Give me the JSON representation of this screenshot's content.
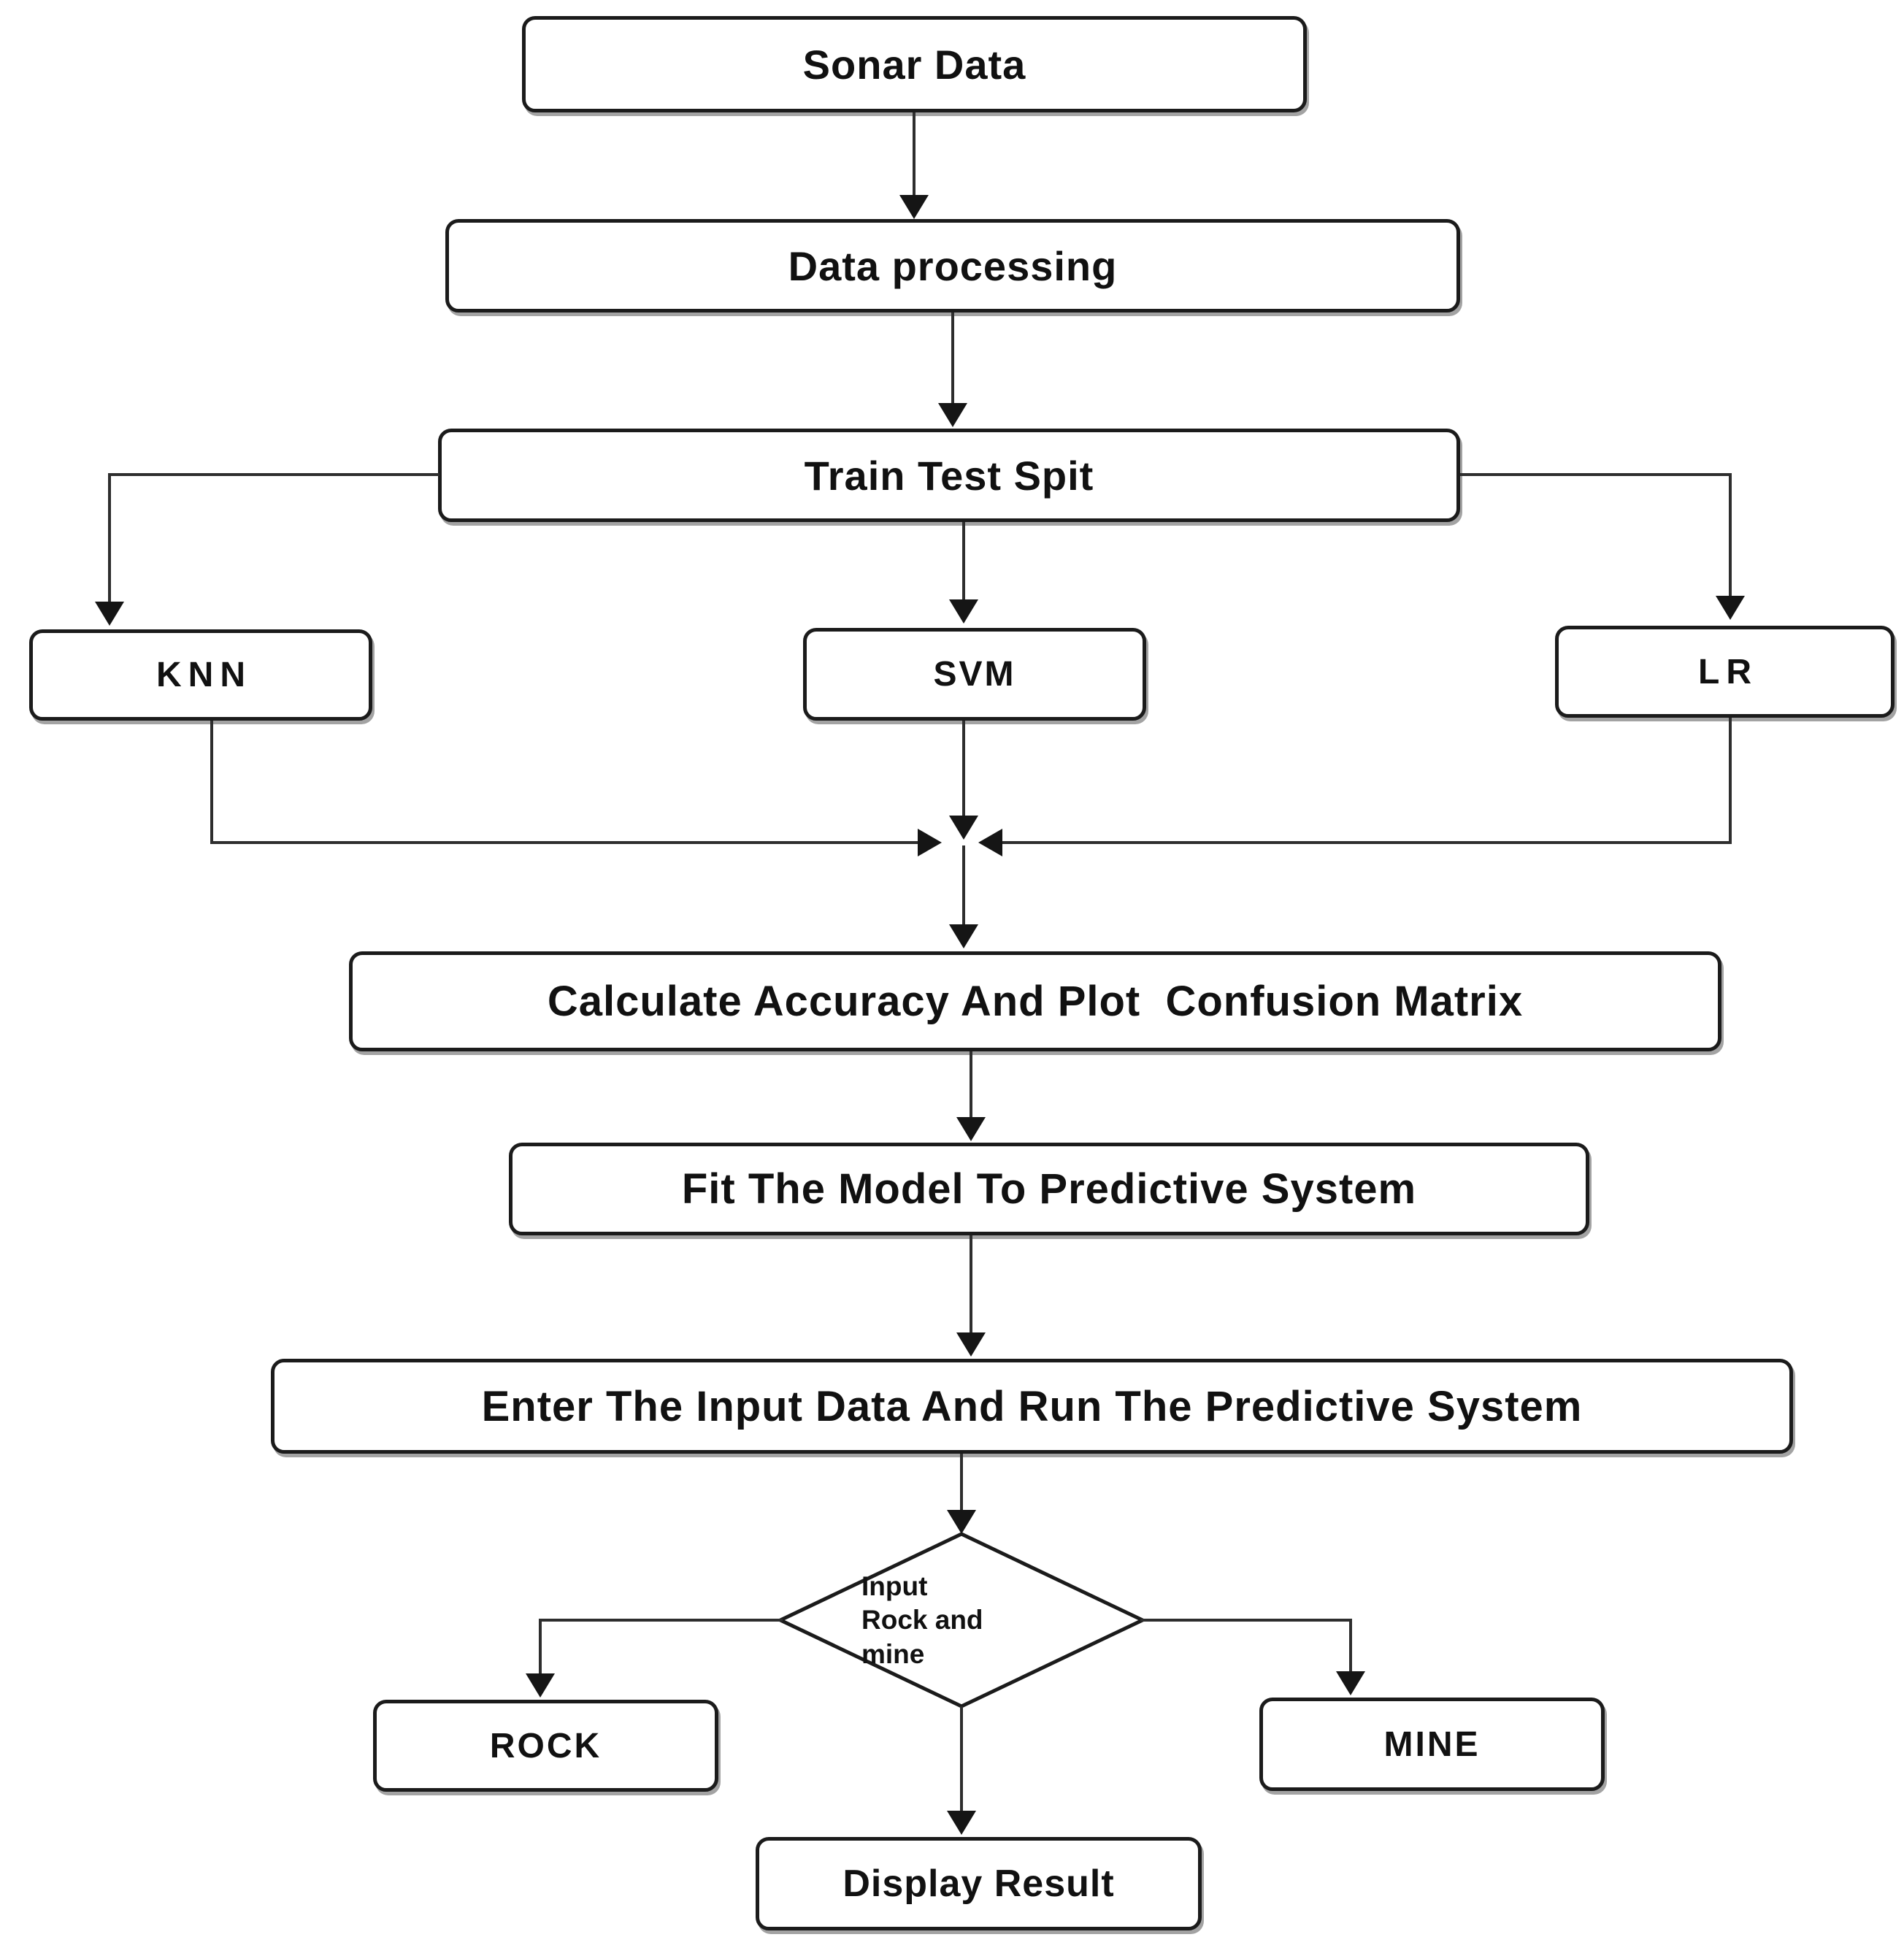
{
  "diagram": {
    "type": "flowchart",
    "colors": {
      "stroke": "#1b1b1b",
      "fill": "#ffffff",
      "text": "#111111",
      "shadow": "#a3a3a3"
    },
    "nodes": {
      "sonar": {
        "label": "Sonar Data"
      },
      "processing": {
        "label": "Data processing"
      },
      "split": {
        "label": "Train Test Spit"
      },
      "knn": {
        "label": "KNN"
      },
      "svm": {
        "label": "SVM"
      },
      "lr": {
        "label": "LR"
      },
      "calc": {
        "label": "Calculate Accuracy And Plot  Confusion Matrix"
      },
      "fit": {
        "label": "Fit The Model To Predictive System"
      },
      "enter": {
        "label": "Enter The Input Data And Run The Predictive System"
      },
      "decision": {
        "label": "Input Rock and mine",
        "line1": "Input",
        "line2": "Rock and",
        "line3": "mine"
      },
      "rock": {
        "label": "ROCK"
      },
      "mine": {
        "label": "MINE"
      },
      "display": {
        "label": "Display Result"
      }
    },
    "edges": [
      {
        "from": "sonar",
        "to": "processing"
      },
      {
        "from": "processing",
        "to": "split"
      },
      {
        "from": "split",
        "to": "knn"
      },
      {
        "from": "split",
        "to": "svm"
      },
      {
        "from": "split",
        "to": "lr"
      },
      {
        "from": "knn",
        "to": "calc"
      },
      {
        "from": "svm",
        "to": "calc"
      },
      {
        "from": "lr",
        "to": "calc"
      },
      {
        "from": "calc",
        "to": "fit"
      },
      {
        "from": "fit",
        "to": "enter"
      },
      {
        "from": "enter",
        "to": "decision"
      },
      {
        "from": "decision",
        "to": "rock"
      },
      {
        "from": "decision",
        "to": "mine"
      },
      {
        "from": "decision",
        "to": "display"
      }
    ]
  }
}
